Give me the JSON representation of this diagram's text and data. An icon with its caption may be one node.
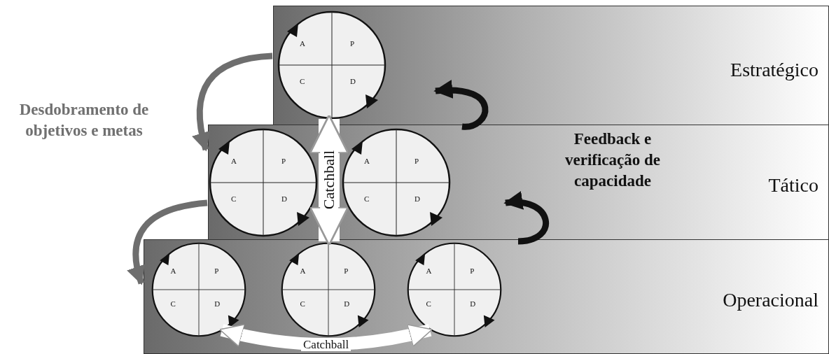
{
  "diagram": {
    "nodes": [
      {
        "text": [
          "Estratégico"
        ]
      },
      {
        "text": [
          "Tático"
        ]
      },
      {
        "text": [
          "Operacional"
        ]
      },
      {
        "text": [
          "A",
          "P",
          "C",
          "D"
        ],
        "in": 0
      },
      {
        "text": [
          "A",
          "P",
          "C",
          "D"
        ],
        "in": 1
      },
      {
        "text": [
          "A",
          "P",
          "C",
          "D"
        ],
        "in": 1
      },
      {
        "text": [
          "A",
          "P",
          "C",
          "D"
        ],
        "in": 2
      },
      {
        "text": [
          "A",
          "P",
          "C",
          "D"
        ],
        "in": 2
      },
      {
        "text": [
          "A",
          "P",
          "C",
          "D"
        ],
        "in": 2
      }
    ],
    "edges": [
      {
        "from": 3,
        "to": 7,
        "arrow": "both",
        "label": "Catchball",
        "style": "thick",
        "color": "#ffffff"
      },
      {
        "from": 6,
        "to": 8,
        "arrow": "both",
        "label": "Catchball",
        "style": "thick",
        "color": "#ffffff"
      },
      {
        "from": 0,
        "to": 1,
        "arrow": "to",
        "color": "#6e6e6e"
      },
      {
        "from": 1,
        "to": 2,
        "arrow": "to",
        "color": "#6e6e6e"
      },
      {
        "from": 1,
        "to": 0,
        "arrow": "to",
        "color": "#111111"
      },
      {
        "from": 2,
        "to": 1,
        "arrow": "to",
        "color": "#111111"
      }
    ],
    "labels": [
      "Desdobramento de objetivos e metas",
      "Feedback e verificação de capacidade"
    ]
  }
}
